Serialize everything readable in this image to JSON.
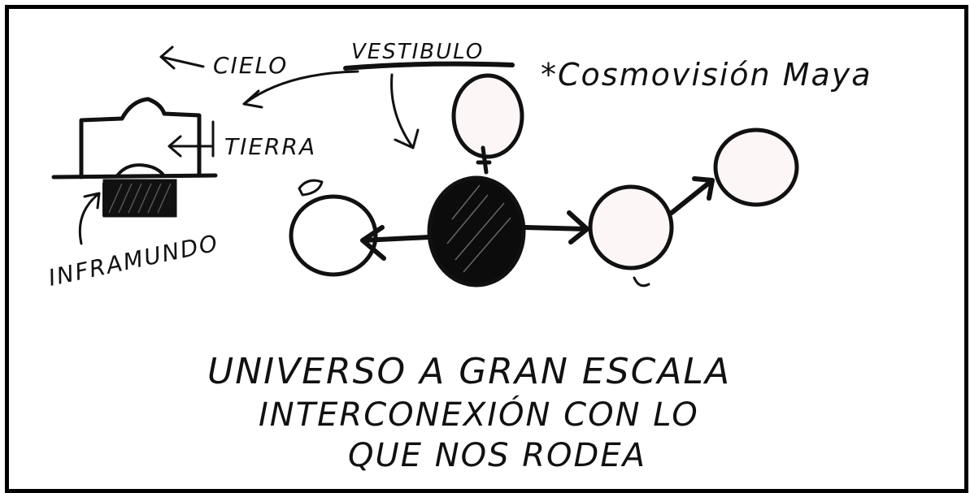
{
  "title": "*Cosmovisión Maya",
  "labels": {
    "vestibulo": "VESTIBULO",
    "cielo": "CIELO",
    "tierra": "TIERRA",
    "inframundo": "INFRAMUNDO"
  },
  "caption": {
    "line1": "UNIVERSO A GRAN ESCALA",
    "line2": "INTERCONEXIÓN CON LO",
    "line3": "QUE NOS RODEA"
  },
  "colors": {
    "ink": "#111111",
    "paper": "#ffffff",
    "node_fill": "#fdf6f6",
    "hub_fill": "#0c0c0c"
  }
}
